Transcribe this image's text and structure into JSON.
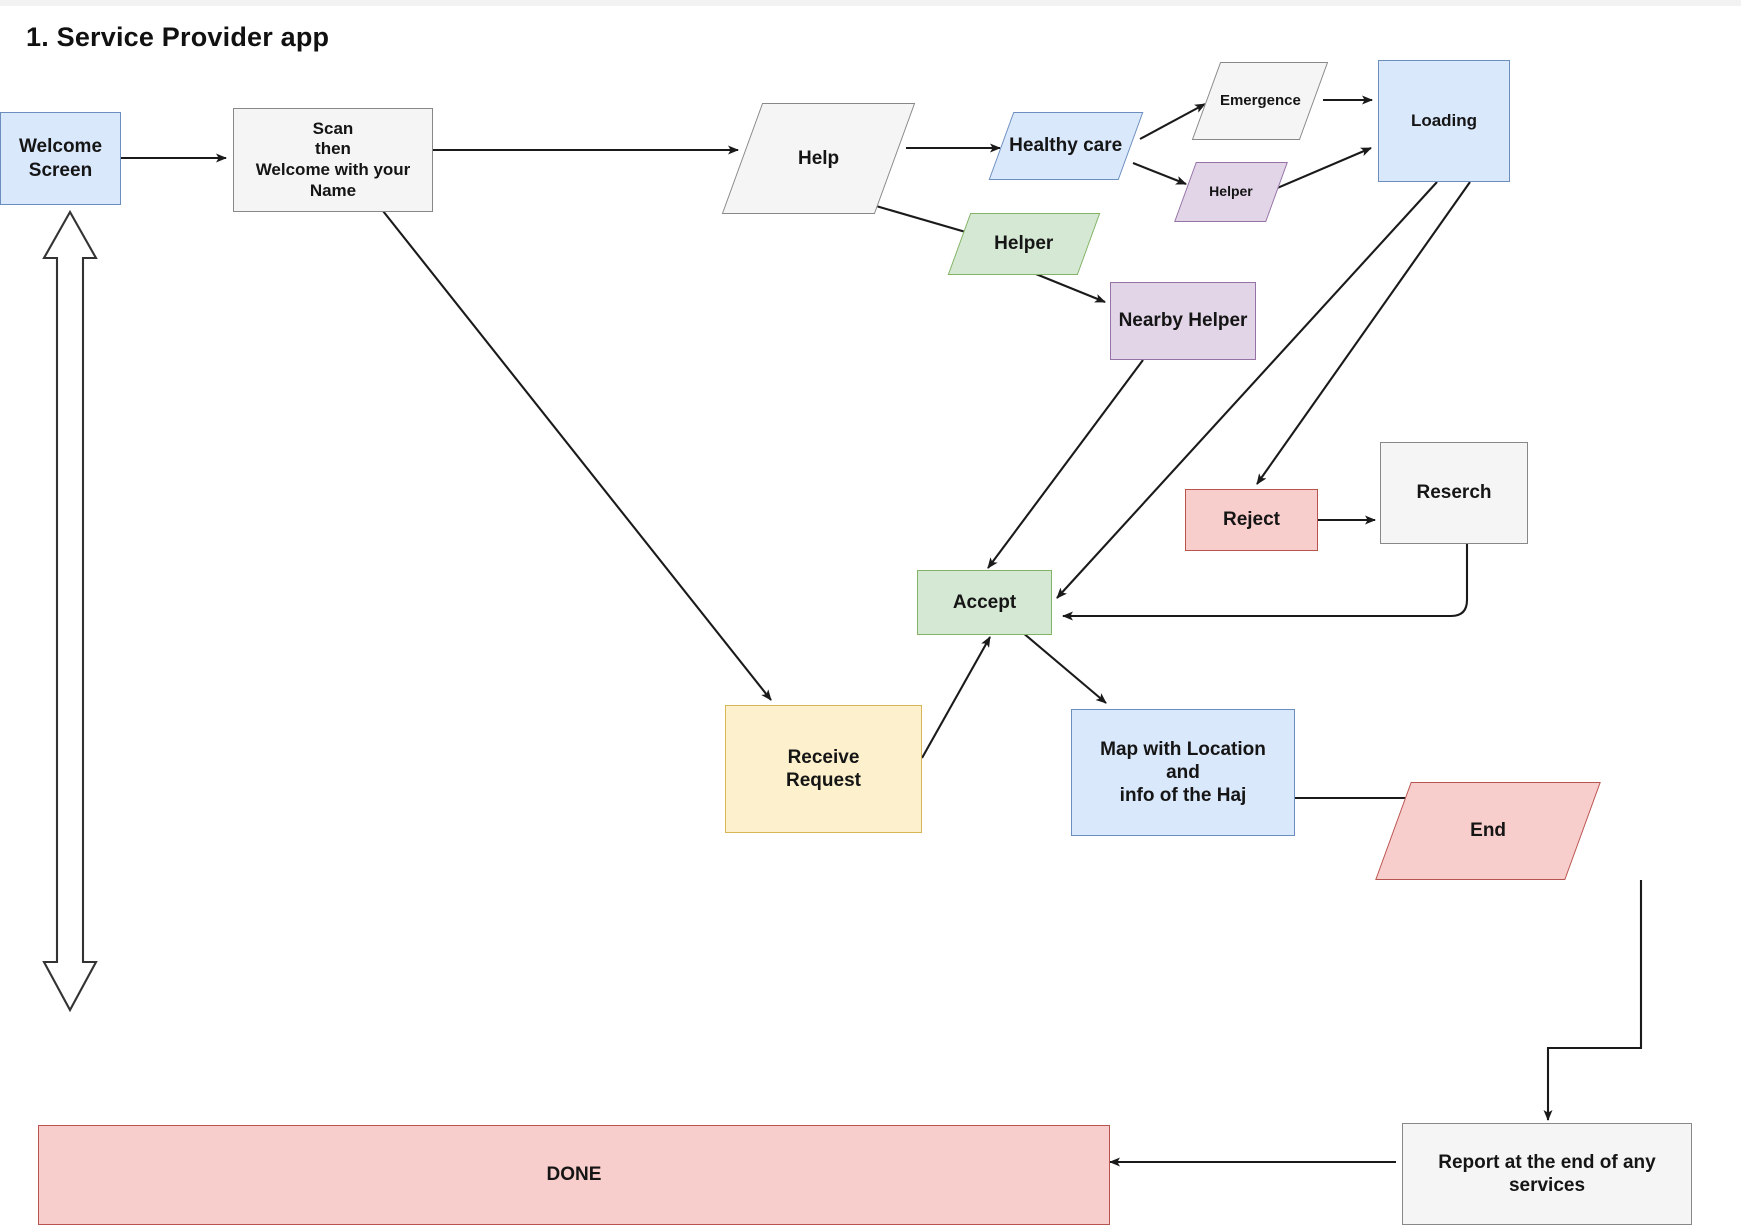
{
  "page": {
    "title": "1. Service Provider app",
    "background": "#ffffff"
  },
  "palette": {
    "blue_fill": "#dae8fc",
    "blue_stroke": "#6c8ebf",
    "green_fill": "#d5e8d4",
    "green_stroke": "#82b366",
    "purple_fill": "#e1d5e7",
    "purple_stroke": "#9673a6",
    "red_fill": "#f8cecc",
    "red_stroke": "#b85450",
    "yellow_fill": "#fdf0cd",
    "yellow_stroke": "#d6b656",
    "grey_fill": "#f5f5f5",
    "grey_stroke": "#888888",
    "edge_color": "#1a1a1a"
  },
  "nodes": [
    {
      "id": "welcome-screen",
      "label": "Welcome\nScreen",
      "shape": "rect",
      "color": "blue"
    },
    {
      "id": "scan-welcome",
      "label": "Scan\nthen\nWelcome with your\nName",
      "shape": "rect",
      "color": "grey"
    },
    {
      "id": "help",
      "label": "Help",
      "shape": "parallelogram",
      "color": "grey"
    },
    {
      "id": "healthy-care",
      "label": "Healthy care",
      "shape": "parallelogram",
      "color": "blue"
    },
    {
      "id": "emergence",
      "label": "Emergence",
      "shape": "parallelogram",
      "color": "grey"
    },
    {
      "id": "helper-small",
      "label": "Helper",
      "shape": "parallelogram",
      "color": "purple"
    },
    {
      "id": "loading",
      "label": "Loading",
      "shape": "rect",
      "color": "blue"
    },
    {
      "id": "helper-green",
      "label": "Helper",
      "shape": "parallelogram",
      "color": "green"
    },
    {
      "id": "nearby-helper",
      "label": "Nearby Helper",
      "shape": "rect",
      "color": "purple"
    },
    {
      "id": "reject",
      "label": "Reject",
      "shape": "rect",
      "color": "red"
    },
    {
      "id": "reserch",
      "label": "Reserch",
      "shape": "rect",
      "color": "grey"
    },
    {
      "id": "accept",
      "label": "Accept",
      "shape": "rect",
      "color": "green"
    },
    {
      "id": "receive-request",
      "label": "Receive\nRequest",
      "shape": "rect",
      "color": "yellow"
    },
    {
      "id": "map-location",
      "label": "Map with Location\nand\ninfo of the Haj",
      "shape": "rect",
      "color": "blue"
    },
    {
      "id": "end",
      "label": "End",
      "shape": "parallelogram",
      "color": "red"
    },
    {
      "id": "report",
      "label": "Report at the end of any\nservices",
      "shape": "rect",
      "color": "grey"
    },
    {
      "id": "done",
      "label": "DONE",
      "shape": "rect",
      "color": "red"
    }
  ],
  "edges": [
    {
      "from": "welcome-screen",
      "to": "scan-welcome"
    },
    {
      "from": "scan-welcome",
      "to": "help"
    },
    {
      "from": "scan-welcome",
      "to": "receive-request"
    },
    {
      "from": "help",
      "to": "healthy-care"
    },
    {
      "from": "help",
      "to": "helper-green"
    },
    {
      "from": "healthy-care",
      "to": "emergence"
    },
    {
      "from": "healthy-care",
      "to": "helper-small"
    },
    {
      "from": "emergence",
      "to": "loading"
    },
    {
      "from": "helper-small",
      "to": "loading"
    },
    {
      "from": "helper-green",
      "to": "nearby-helper"
    },
    {
      "from": "nearby-helper",
      "to": "accept"
    },
    {
      "from": "loading",
      "to": "accept"
    },
    {
      "from": "loading",
      "to": "reject"
    },
    {
      "from": "reject",
      "to": "reserch"
    },
    {
      "from": "reserch",
      "to": "accept"
    },
    {
      "from": "receive-request",
      "to": "accept"
    },
    {
      "from": "accept",
      "to": "map-location"
    },
    {
      "from": "map-location",
      "to": "end"
    },
    {
      "from": "end",
      "to": "report"
    },
    {
      "from": "report",
      "to": "done"
    },
    {
      "from": "done",
      "to": "welcome-screen",
      "style": "double-headed-open"
    }
  ],
  "labels": {
    "welcome_screen_line1": "Welcome",
    "welcome_screen_line2": "Screen",
    "scan_line1": "Scan",
    "scan_line2": "then",
    "scan_line3": "Welcome with your",
    "scan_line4": "Name",
    "help": "Help",
    "healthy_care": "Healthy care",
    "emergence": "Emergence",
    "helper_small": "Helper",
    "loading": "Loading",
    "helper_green": "Helper",
    "nearby_helper": "Nearby Helper",
    "reject": "Reject",
    "reserch": "Reserch",
    "accept": "Accept",
    "receive_line1": "Receive",
    "receive_line2": "Request",
    "map_line1": "Map with Location",
    "map_line2": "and",
    "map_line3": "info of the Haj",
    "end": "End",
    "report_line1": "Report at the end of any",
    "report_line2": "services",
    "done": "DONE"
  }
}
